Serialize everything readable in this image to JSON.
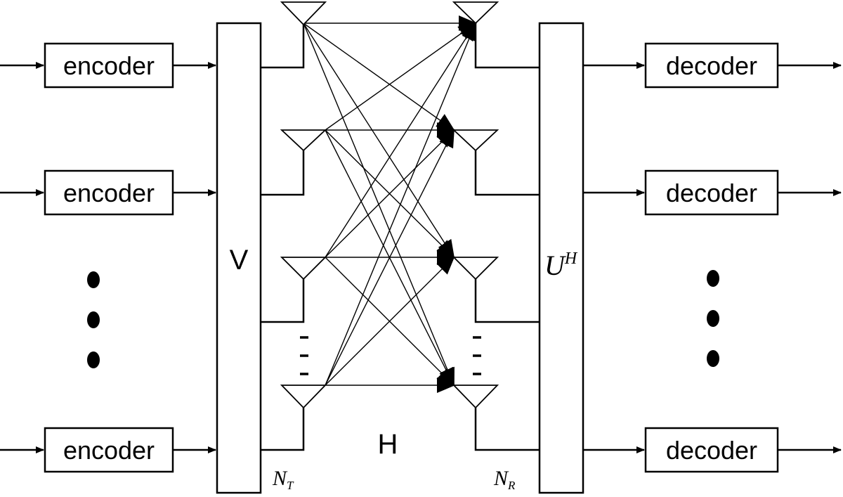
{
  "blocks": {
    "encoders": [
      "encoder",
      "encoder",
      "encoder"
    ],
    "decoders": [
      "decoder",
      "decoder",
      "decoder"
    ],
    "precoder": "V",
    "channel": "H",
    "postcoder": {
      "base": "U",
      "sup": "H"
    }
  },
  "antenna_labels": {
    "tx": {
      "base": "N",
      "sub": "T"
    },
    "rx": {
      "base": "N",
      "sub": "R"
    }
  },
  "colors": {
    "line": "#000000",
    "background": "#ffffff"
  }
}
